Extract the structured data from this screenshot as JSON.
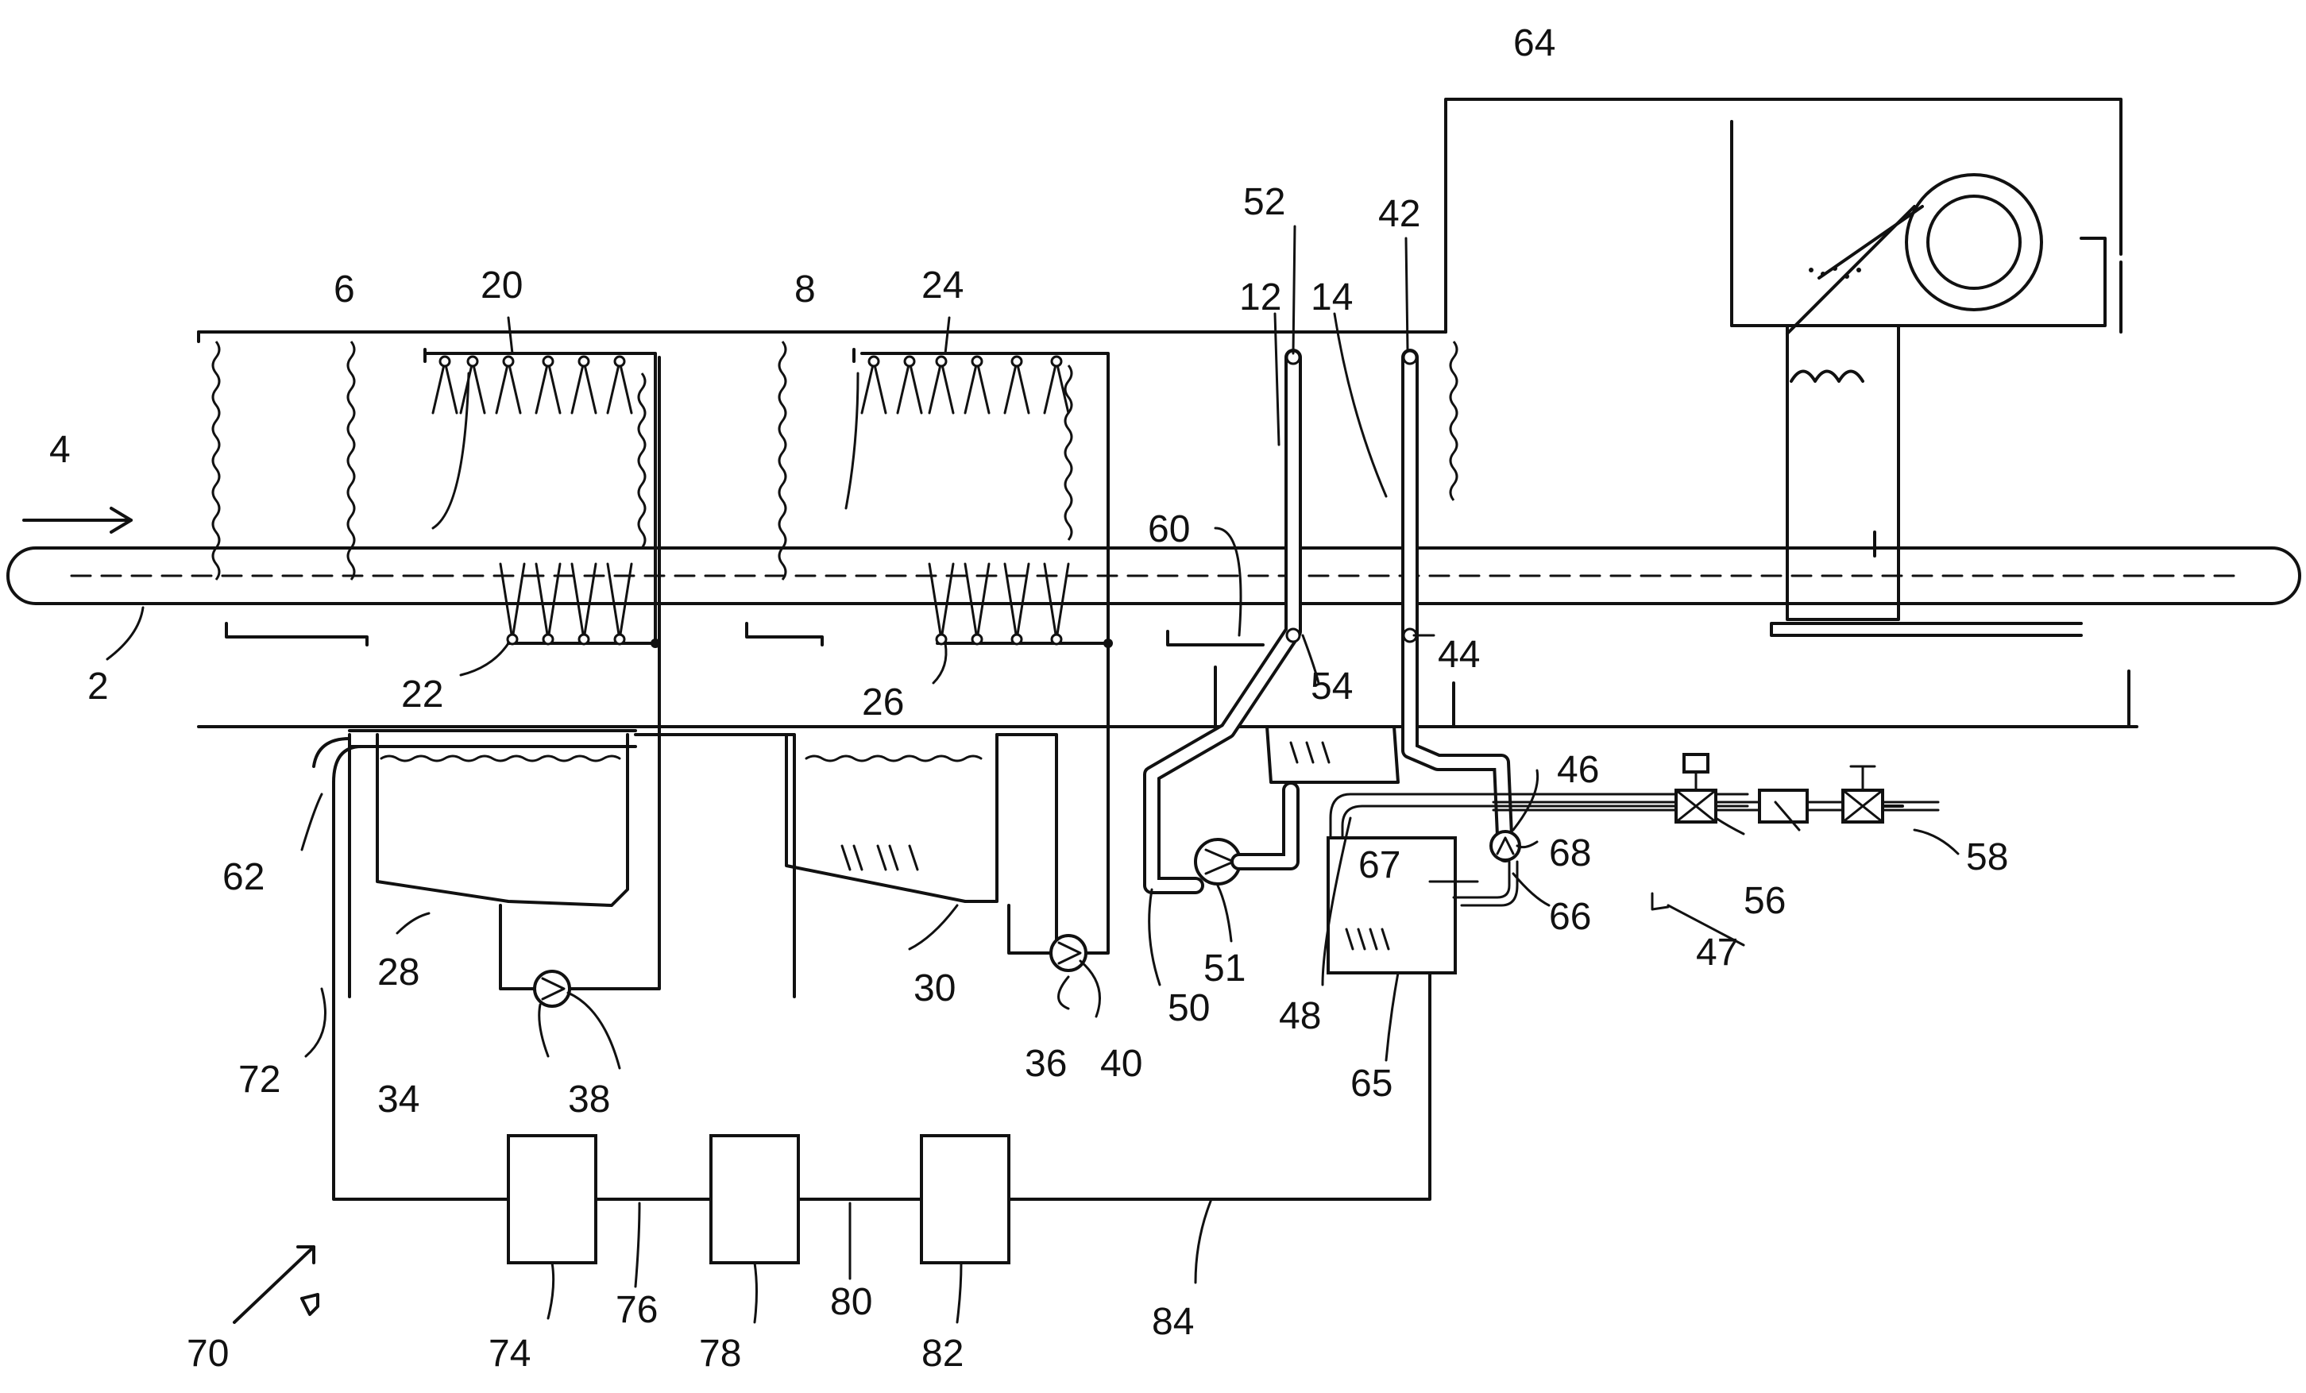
{
  "labels": {
    "l2": "2",
    "l4": "4",
    "l6": "6",
    "l8": "8",
    "l12": "12",
    "l14": "14",
    "l20": "20",
    "l22": "22",
    "l24": "24",
    "l26": "26",
    "l28": "28",
    "l30": "30",
    "l34": "34",
    "l36": "36",
    "l38": "38",
    "l40": "40",
    "l42": "42",
    "l44": "44",
    "l46": "46",
    "l47": "47",
    "l48": "48",
    "l50": "50",
    "l51": "51",
    "l52": "52",
    "l54": "54",
    "l56": "56",
    "l58": "58",
    "l60": "60",
    "l62": "62",
    "l64": "64",
    "l65": "65",
    "l66": "66",
    "l67": "67",
    "l68": "68",
    "l70": "70",
    "l72": "72",
    "l74": "74",
    "l76": "76",
    "l78": "78",
    "l80": "80",
    "l82": "82",
    "l84": "84"
  }
}
